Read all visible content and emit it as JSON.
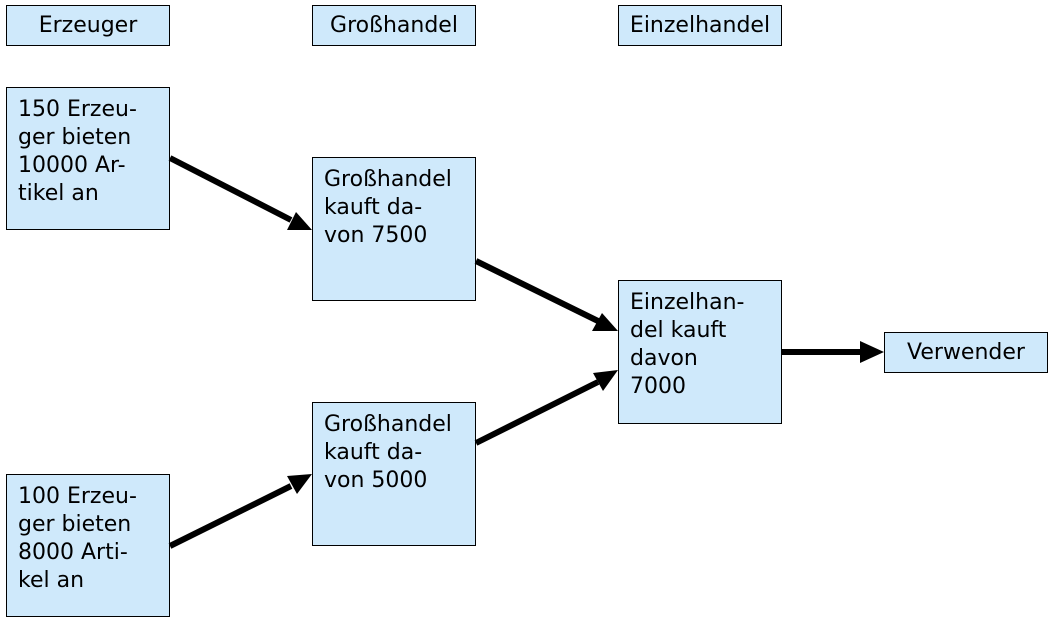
{
  "headers": {
    "erzeuger": "Erzeuger",
    "grosshandel": "Großhandel",
    "einzelhandel": "Einzelhandel"
  },
  "nodes": {
    "erzeuger_top": [
      "150 Erzeu-",
      "ger bieten",
      "10000 Ar-",
      "tikel an"
    ],
    "grosshandel_top": [
      "Großhandel",
      "kauft da-",
      "von 7500"
    ],
    "einzelhandel": [
      "Einzelhan-",
      "del kauft",
      "davon",
      "7000"
    ],
    "grosshandel_bottom": [
      "Großhandel",
      "kauft da-",
      "von 5000"
    ],
    "erzeuger_bottom": [
      "100 Erzeu-",
      "ger bieten",
      "8000 Arti-",
      "kel an"
    ],
    "verwender": "Verwender"
  },
  "colors": {
    "box_fill": "#cfe9fb",
    "box_border": "#000000",
    "arrow": "#000000"
  }
}
